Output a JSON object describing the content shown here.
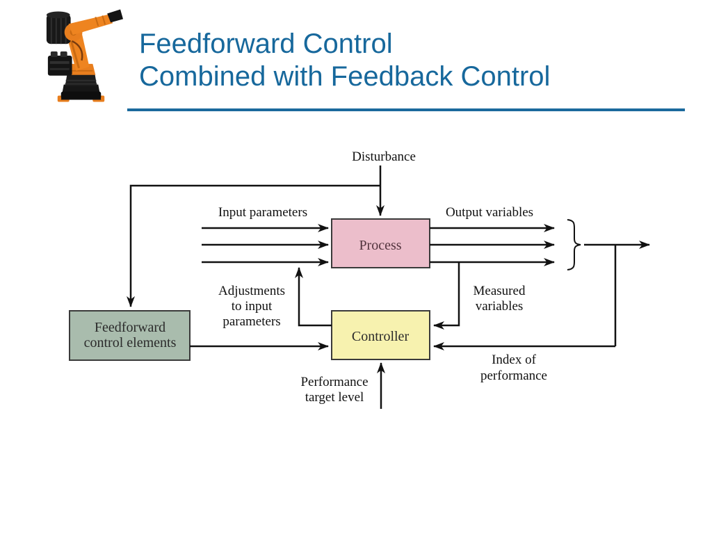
{
  "slide": {
    "title_line1": "Feedforward Control",
    "title_line2": "Combined with Feedback Control"
  },
  "icons": {
    "robot": "industrial-robot-arm"
  },
  "colors": {
    "title_color": "#17689C",
    "underline_color": "#1B6A9D",
    "line_color": "#111111",
    "process_fill": "#ECBECB",
    "controller_fill": "#F7F2AF",
    "feedforward_fill": "#A9BCAD",
    "robot_orange": "#E87E1E"
  },
  "diagram": {
    "boxes": {
      "process": {
        "label": "Process"
      },
      "controller": {
        "label": "Controller"
      },
      "feedforward": {
        "line1": "Feedforward",
        "line2": "control elements"
      }
    },
    "labels": {
      "disturbance": "Disturbance",
      "input_parameters": "Input parameters",
      "output_variables": "Output variables",
      "adjustments": [
        "Adjustments",
        "to input",
        "parameters"
      ],
      "measured": [
        "Measured",
        "variables"
      ],
      "index": [
        "Index of",
        "performance"
      ],
      "performance": [
        "Performance",
        "target level"
      ]
    }
  }
}
